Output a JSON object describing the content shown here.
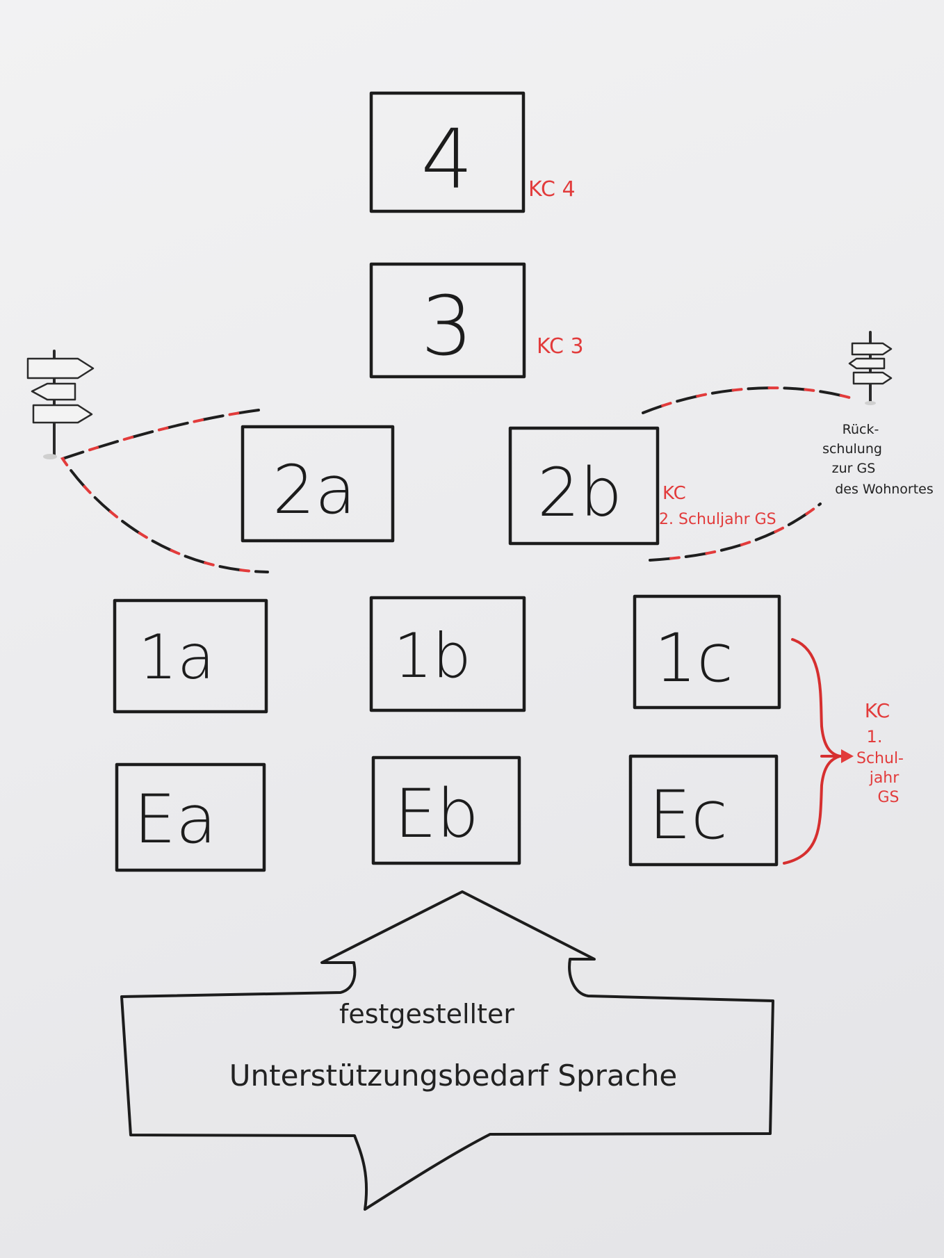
{
  "levels": {
    "level_4": {
      "label": "4",
      "note": "KC 4"
    },
    "level_3": {
      "label": "3",
      "note": "KC 3"
    },
    "level_2": {
      "boxes": [
        "2a",
        "2b"
      ],
      "note_line1": "KC",
      "note_line2": "2. Schuljahr GS"
    },
    "level_1": {
      "boxes": [
        "1a",
        "1b",
        "1c"
      ]
    },
    "level_e": {
      "boxes": [
        "Ea",
        "Eb",
        "Ec"
      ]
    },
    "bracket_note": [
      "KC",
      "1.",
      "Schul-",
      "jahr",
      "GS"
    ]
  },
  "return_note": [
    "Rück-",
    "schulung",
    "zur GS",
    "des Wohnortes"
  ],
  "base_arrow": {
    "line1": "festgestellter",
    "line2": "Unterstützungsbedarf Sprache"
  },
  "colors": {
    "ink": "#1c1c1c",
    "marker_red": "#e23b3b",
    "paper": "#ececee"
  },
  "icons": {
    "left_signpost": "signpost-icon",
    "right_signpost": "signpost-icon"
  }
}
